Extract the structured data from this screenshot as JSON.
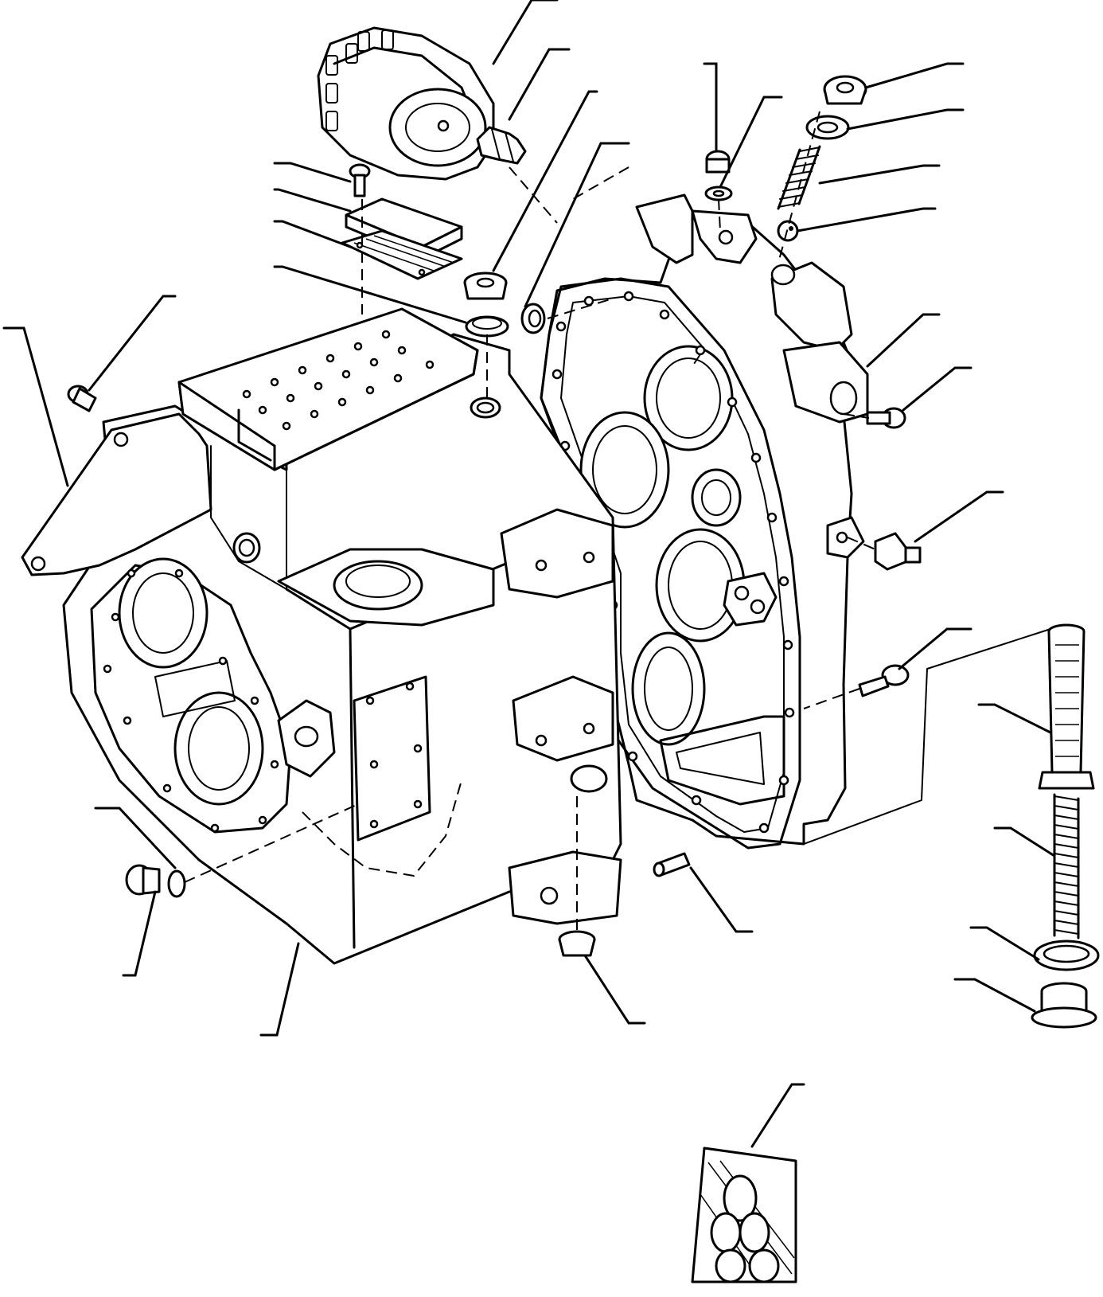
{
  "diagram": {
    "background": "#ffffff",
    "line_color": "#000000",
    "callout_count": 23,
    "components": [
      "oil-filter",
      "filter-nipple",
      "cover-plate",
      "cover-screw",
      "cover-gasket",
      "drain-plug",
      "plug-seal",
      "o-ring",
      "transmission-housing",
      "rear-housing",
      "valve-plug",
      "valve-seal",
      "valve-spring",
      "check-ball",
      "banjo-screw",
      "temperature-switch",
      "bolt",
      "dowel-pin",
      "dipstick-tube",
      "dipstick-spring",
      "dipstick-seal",
      "dipstick-cap",
      "seal-kit-bag"
    ]
  }
}
